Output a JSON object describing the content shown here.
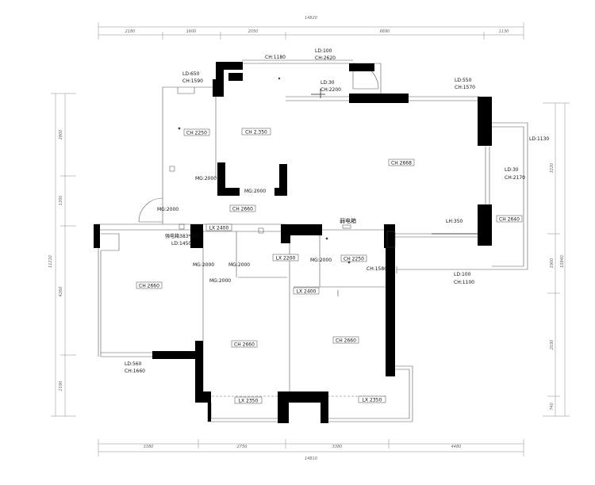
{
  "dimensions": {
    "top_total": "14820",
    "top": [
      "2180",
      "1600",
      "2050",
      "6690",
      "1130"
    ],
    "bottom_total": "14810",
    "bottom": [
      "3380",
      "2750",
      "3380",
      "4480"
    ],
    "left_total": "11210",
    "left": [
      "2800",
      "1350",
      "4260",
      "2190"
    ],
    "right_total": "10840",
    "right": [
      "3220",
      "1900",
      "2030",
      "740"
    ]
  },
  "labels": {
    "ld100_top": "LD:100",
    "ch2620": "CH:2620",
    "ch1180": "CH:1180",
    "ld650": "LD:650",
    "ch1590": "CH:1590",
    "ld30_a": "LD:30",
    "ch2200": "CH:2200",
    "ld550": "LD:550",
    "ch1570": "CH:1570",
    "ld1130": "LD:1130",
    "ld30_b": "LD:30",
    "ch2170": "CH:2170",
    "lh350": "LH:350",
    "elec_box": "弱电箱",
    "strong_box": "强电箱383*230",
    "ld1450": "LD:1450",
    "ch1580": "CH:1580",
    "ld100_right": "LD:100",
    "ch1100": "CH:1100",
    "ld560": "LD:560",
    "ch1660": "CH:1660",
    "mg1": "MG:2000",
    "mg2": "MG:2000",
    "mg3": "MG:2000",
    "mg4": "MG:2000",
    "mg5": "MG:2000",
    "mg6": "MG:2000",
    "mg7": "MG:2000"
  },
  "tags": {
    "ch2250_a": "CH 2250",
    "ch2350": "CH 2.350",
    "ch2668": "CH 2668",
    "ch2660_corr": "CH 2660",
    "ch2640": "CH 2640",
    "lx2400_a": "LX 2400",
    "lx2200": "LX 2200",
    "ch2250_b": "CH 2250",
    "lx2400_b": "LX 2400",
    "ch2660_left": "CH 2660",
    "ch2660_mid": "CH 2660",
    "ch2660_right": "CH 2660",
    "lx2350_a": "LX 2350",
    "lx2350_b": "LX 2350"
  }
}
